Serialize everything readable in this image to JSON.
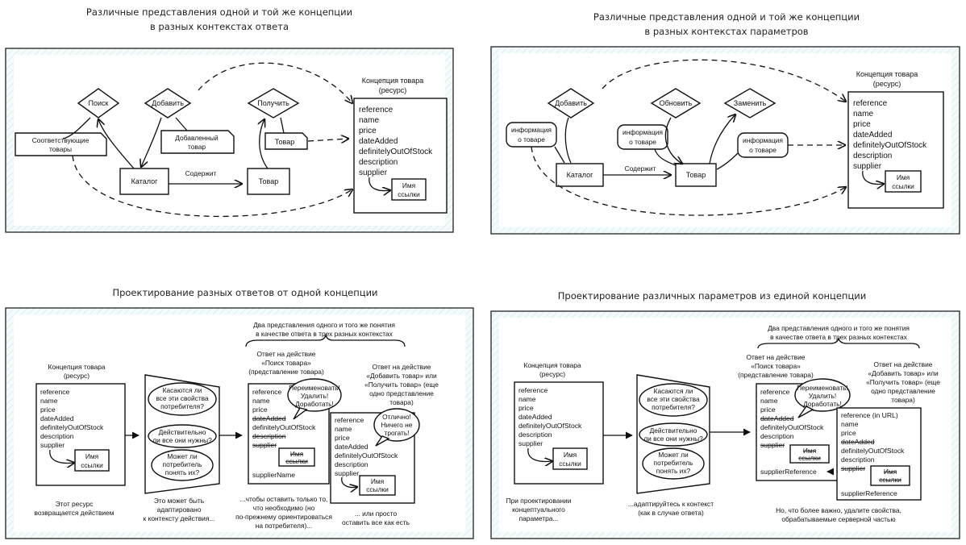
{
  "titles": {
    "p1": [
      "Различные представления одной и той же концепции",
      "в разных контекстах ответа"
    ],
    "p2": [
      "Различные представления одной и той же концепции",
      "в разных контекстах параметров"
    ],
    "p3": "Проектирование разных ответов от одной концепции",
    "p4": "Проектирование различных параметров из единой концепции"
  },
  "concept": {
    "title": [
      "Концепция товара",
      "(ресурс)"
    ],
    "props": [
      "reference",
      "name",
      "price",
      "dateAdded",
      "definitelyOutOfStock",
      "description",
      "supplier"
    ],
    "link": [
      "Имя",
      "ссылки"
    ]
  },
  "p1": {
    "search": "Поиск",
    "add": "Добавить",
    "get": "Получить",
    "matching": [
      "Соответствующие",
      "товары"
    ],
    "added": [
      "Добавленный",
      "товар"
    ],
    "product": "Товар",
    "catalog": "Каталог",
    "contains": "Содержит"
  },
  "p2": {
    "add": "Добавить",
    "update": "Обновить",
    "replace": "Заменить",
    "info": [
      "информация",
      "о товаре"
    ],
    "catalog": "Каталог",
    "contains": "Содержит",
    "product": "Товар"
  },
  "p3": {
    "header": [
      "Два представления одного и того же понятия",
      "в качестве ответа в трех разных контекстах"
    ],
    "search_resp": [
      "Ответ на действие",
      "«Поиск товара»",
      "(представление товара)"
    ],
    "add_resp": [
      "Ответ на действие",
      "«Добавить товар» или",
      "«Получить товар» (еще",
      "одно представление",
      "товара)"
    ],
    "q1": [
      "Касаются ли",
      "все эти свойства",
      "потребителя?"
    ],
    "q2": [
      "Действительно",
      "ли все они нужны?"
    ],
    "q3": [
      "Может ли",
      "потребитель",
      "понять их?"
    ],
    "bubble1": [
      "Переименовать!",
      "Удалить!",
      "Доработать!"
    ],
    "bubble2": [
      "Отлично!",
      "Ничего не",
      "трогать!"
    ],
    "supplier_name": "supplierName",
    "cap1": [
      "Этот ресурс",
      "возвращается действием"
    ],
    "cap2": [
      "Это может быть",
      "адаптировано",
      "к контексту действия..."
    ],
    "cap3": [
      "...чтобы оставить только то,",
      "что необходимо (но",
      "по-прежнему ориентироваться",
      "на потребителя)..."
    ],
    "cap4": [
      "... или просто",
      "оставить все как есть"
    ]
  },
  "p4": {
    "header": [
      "Два представления одного и того же понятия",
      "в качестве ответа в трех разных контекстах"
    ],
    "search_resp": [
      "Ответ на действие",
      "«Поиск товара»",
      "(представление товара)"
    ],
    "add_resp": [
      "Ответ на действие",
      "«Добавить товар» или",
      "«Получить товар» (еще",
      "одно представление",
      "товара)"
    ],
    "q1": [
      "Касаются ли",
      "все эти свойства",
      "потребителя?"
    ],
    "q2": [
      "Действительно",
      "ли все они нужны?"
    ],
    "q3": [
      "Может ли",
      "потребитель",
      "понять их?"
    ],
    "bubble1": [
      "Переименовать!",
      "Удалить!",
      "Доработать!"
    ],
    "ref_url": "reference (in URL)",
    "supplier_ref": "supplierReference",
    "cap1": [
      "При проектировании",
      "концептуального",
      "параметра..."
    ],
    "cap2": [
      "...адаптируйтесь к контекст",
      "(как в случае ответа)"
    ],
    "cap3": [
      "Но, что более важно, удалите свойства,",
      "обрабатываемые серверной частью"
    ]
  }
}
